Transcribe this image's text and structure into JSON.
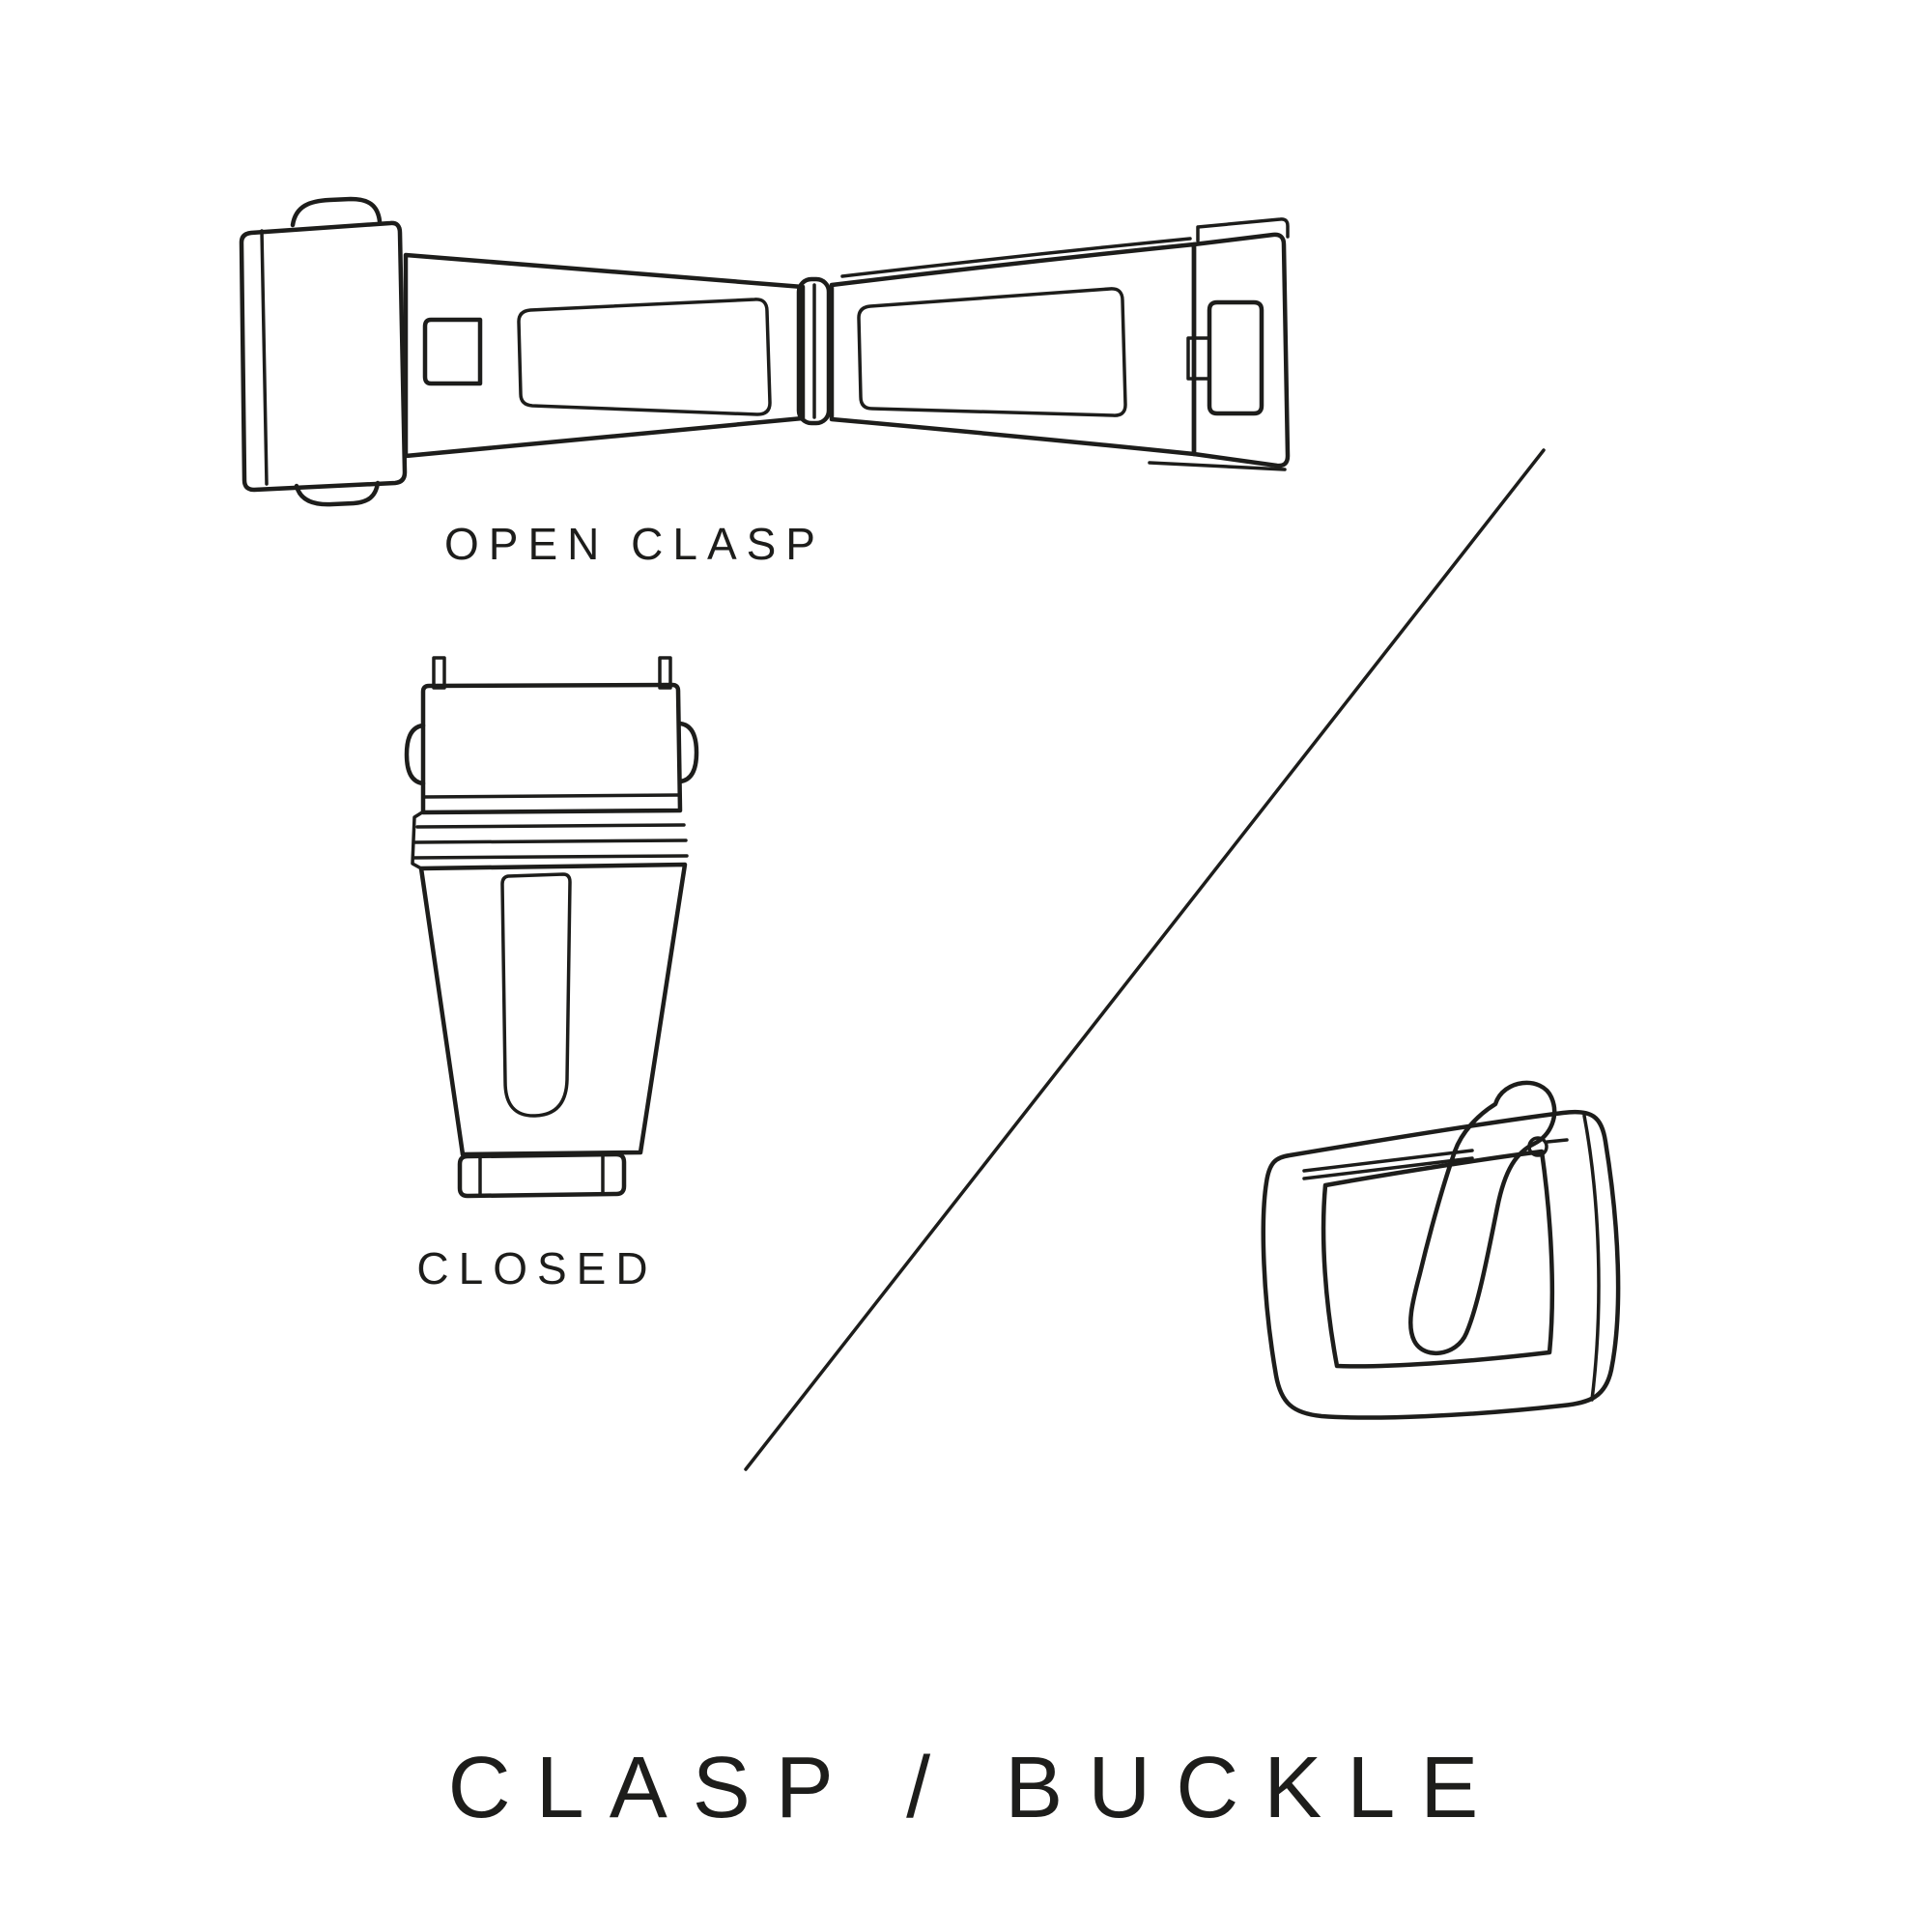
{
  "colors": {
    "background": "#ffffff",
    "line": "#1d1d1b",
    "text": "#1d1d1b"
  },
  "labels": {
    "open_clasp": "OPEN CLASP",
    "closed": "CLOSED",
    "title": "CLASP / BUCKLE"
  }
}
